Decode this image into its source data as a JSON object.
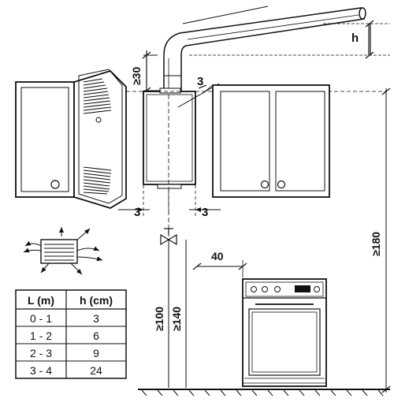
{
  "dimensions": {
    "h_label": "h",
    "flue_min": "≥30",
    "side_gap_diag": "3",
    "side_gap_left": "3",
    "side_gap_right": "3",
    "stove_gap": "40",
    "min_100": "≥100",
    "min_140": "≥140",
    "min_180": "≥180"
  },
  "table": {
    "headers": [
      "L (m)",
      "h (cm)"
    ],
    "rows": [
      [
        "0 - 1",
        "3"
      ],
      [
        "1 - 2",
        "6"
      ],
      [
        "2 - 3",
        "9"
      ],
      [
        "3 - 4",
        "24"
      ]
    ]
  }
}
